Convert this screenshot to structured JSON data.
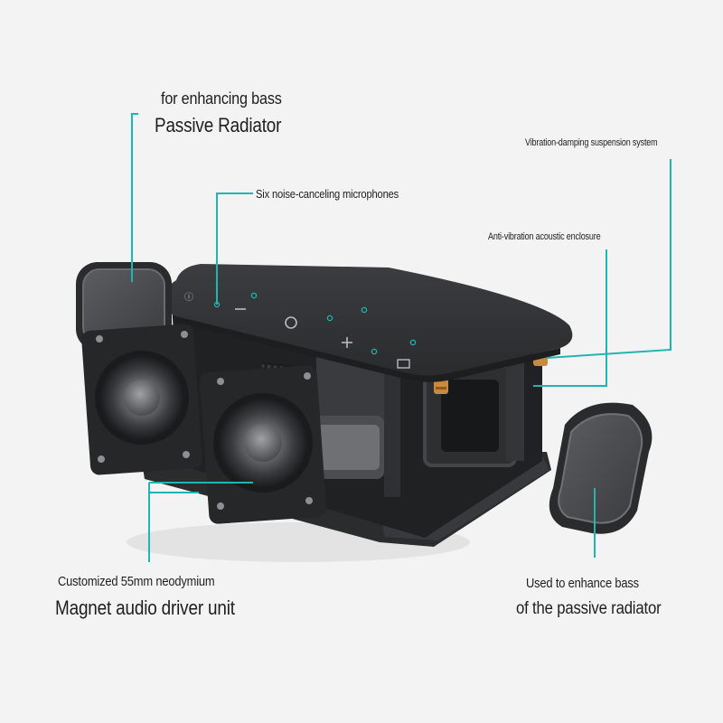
{
  "callouts": {
    "passive_radiator_top": {
      "line1": "for enhancing bass",
      "line2": "Passive Radiator"
    },
    "microphones": "Six noise-canceling microphones",
    "suspension": "Vibration-damping suspension system",
    "enclosure": "Anti-vibration acoustic enclosure",
    "driver": {
      "line1": "Customized 55mm neodymium",
      "line2": "Magnet audio driver unit"
    },
    "passive_radiator_bottom": {
      "line1": "Used to enhance bass",
      "line2": "of the passive radiator"
    }
  },
  "colors": {
    "background": "#f3f3f3",
    "leader_line": "#1fb5b0",
    "speaker_body": "#2a2b2d",
    "text": "#1e1e1e"
  }
}
